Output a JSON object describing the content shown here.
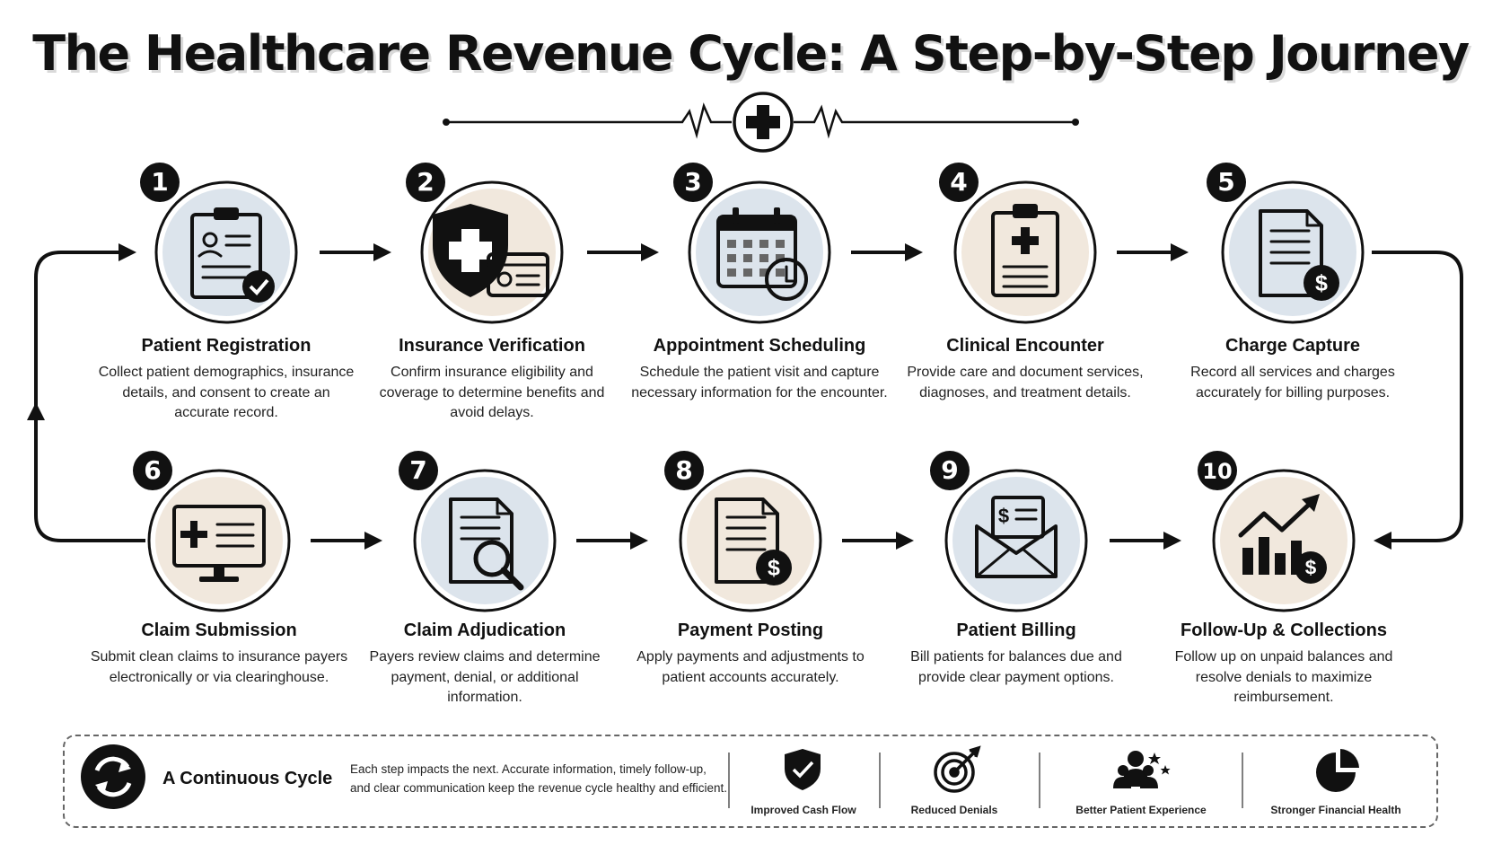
{
  "title": "The Healthcare Revenue Cycle: A Step-by-Step Journey",
  "steps": [
    {
      "number": "1",
      "title": "Patient Registration",
      "desc": "Collect patient demographics, insurance details, and consent to create an accurate record.",
      "icon": "clipboard-check-icon",
      "bg": "#dce4ec"
    },
    {
      "number": "2",
      "title": "Insurance Verification",
      "desc": "Confirm insurance eligibility and coverage to determine benefits and avoid delays.",
      "icon": "shield-card-icon",
      "bg": "#f1e8dd"
    },
    {
      "number": "3",
      "title": "Appointment Scheduling",
      "desc": "Schedule the patient visit and capture necessary information for the encounter.",
      "icon": "calendar-clock-icon",
      "bg": "#dce4ec"
    },
    {
      "number": "4",
      "title": "Clinical Encounter",
      "desc": "Provide care and document services, diagnoses, and treatment details.",
      "icon": "medical-clipboard-icon",
      "bg": "#f1e8dd"
    },
    {
      "number": "5",
      "title": "Charge Capture",
      "desc": "Record all services and charges accurately for billing purposes.",
      "icon": "document-dollar-icon",
      "bg": "#dce4ec"
    },
    {
      "number": "6",
      "title": "Claim Submission",
      "desc": "Submit clean claims to insurance payers electronically or via clearinghouse.",
      "icon": "monitor-claim-icon",
      "bg": "#f1e8dd"
    },
    {
      "number": "7",
      "title": "Claim Adjudication",
      "desc": "Payers review claims and determine payment, denial, or additional information.",
      "icon": "document-search-icon",
      "bg": "#dce4ec"
    },
    {
      "number": "8",
      "title": "Payment Posting",
      "desc": "Apply payments and adjustments to patient accounts accurately.",
      "icon": "document-payment-icon",
      "bg": "#f1e8dd"
    },
    {
      "number": "9",
      "title": "Patient Billing",
      "desc": "Bill patients for balances due and provide clear payment options.",
      "icon": "envelope-bill-icon",
      "bg": "#dce4ec"
    },
    {
      "number": "10",
      "title": "Follow-Up & Collections",
      "desc": "Follow up on unpaid balances and resolve denials to maximize reimbursement.",
      "icon": "growth-chart-icon",
      "bg": "#f1e8dd"
    }
  ],
  "footer": {
    "cycle_title": "A Continuous Cycle",
    "cycle_desc": "Each step impacts the next. Accurate information, timely follow-up, and clear communication keep the revenue cycle healthy and efficient.",
    "benefits": [
      {
        "label": "Improved Cash Flow",
        "icon": "shield-check-icon"
      },
      {
        "label": "Reduced Denials",
        "icon": "target-icon"
      },
      {
        "label": "Better Patient Experience",
        "icon": "people-stars-icon"
      },
      {
        "label": "Stronger Financial Health",
        "icon": "pie-chart-icon"
      }
    ]
  },
  "colors": {
    "ink": "#111111",
    "blue_bg": "#dce4ec",
    "beige_bg": "#f1e8dd"
  }
}
